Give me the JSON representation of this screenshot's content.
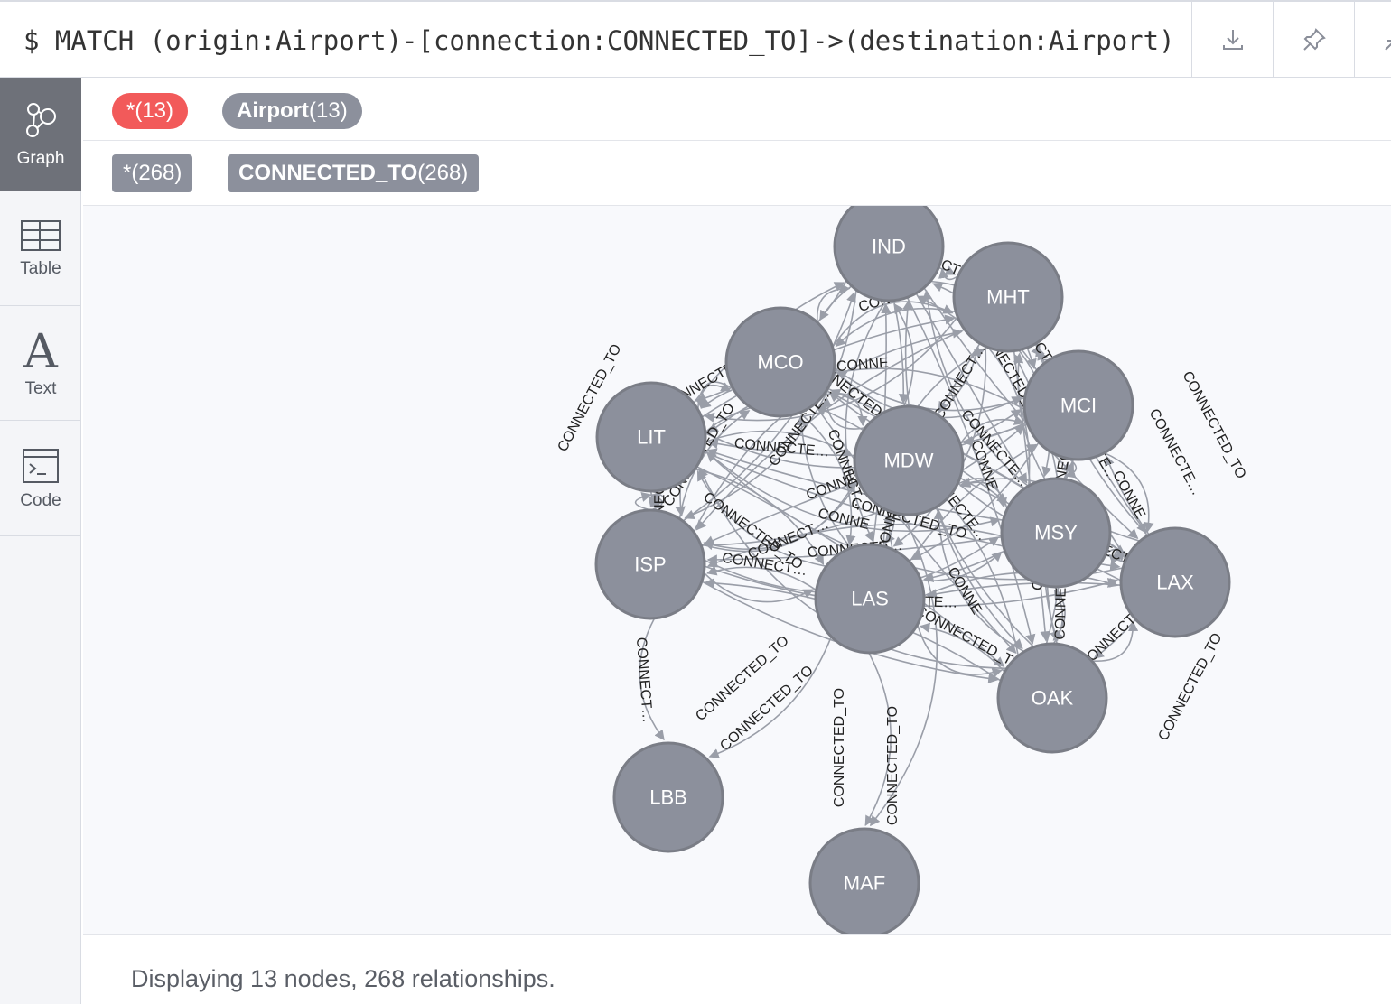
{
  "query": "$ MATCH (origin:Airport)-[connection:CONNECTED_TO]->(destination:Airport) …",
  "toolbar": {
    "download_icon": "download-icon",
    "pin_icon": "pin-icon",
    "collapse_icon": "collapse-icon"
  },
  "sidebar": {
    "items": [
      {
        "label": "Graph",
        "icon": "graph-icon",
        "active": true
      },
      {
        "label": "Table",
        "icon": "table-icon"
      },
      {
        "label": "Text",
        "icon": "text-icon",
        "glyph": "A"
      },
      {
        "label": "Code",
        "icon": "code-icon"
      }
    ]
  },
  "node_legend": {
    "all": {
      "label": "*",
      "count": "(13)",
      "color": "#f25a5a"
    },
    "airport": {
      "label": "Airport",
      "count": "(13)",
      "color": "#8c909c"
    }
  },
  "rel_legend": {
    "all": {
      "label": "*",
      "count": "(268)"
    },
    "connected": {
      "label": "CONNECTED_TO",
      "count": "(268)"
    }
  },
  "graph": {
    "node_color": "#8c909c",
    "node_stroke": "#7a7d86",
    "edge_color": "#9a9ea8",
    "nodes": [
      "IND",
      "MHT",
      "MCO",
      "MCI",
      "LIT",
      "MDW",
      "MSY",
      "ISP",
      "LAS",
      "LAX",
      "OAK",
      "LBB",
      "MAF"
    ],
    "edge_labels": {
      "full": "CONNECTED_TO",
      "short": "CONNE",
      "mid": "CONNECTE…",
      "frag": "CONNECT…"
    }
  },
  "footer": {
    "status": "Displaying 13 nodes, 268 relationships."
  }
}
